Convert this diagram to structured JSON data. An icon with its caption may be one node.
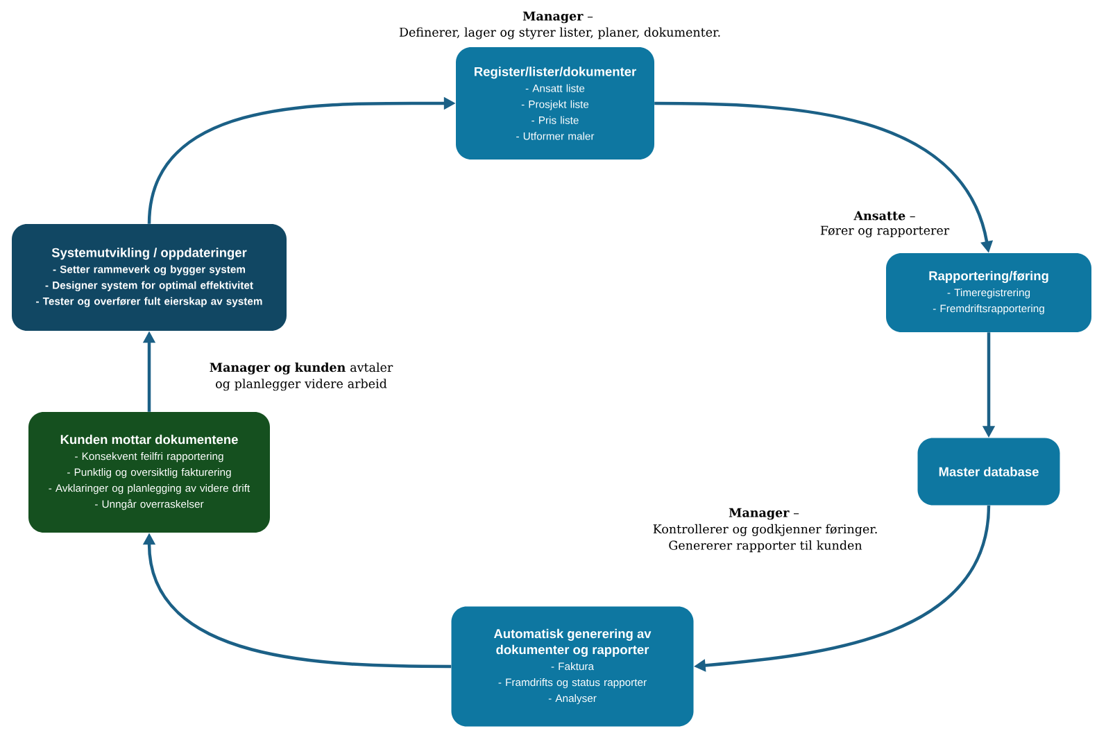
{
  "diagram": {
    "nodes": [
      {
        "text": [
          "Register/lister/dokumenter",
          "- Ansatt liste",
          "- Prosjekt liste",
          "- Pris liste",
          "- Utformer maler"
        ],
        "beside": [
          "**Manager** –",
          "Definerer, lager og styrer lister, planer, dokumenter."
        ]
      },
      {
        "text": [
          "Rapportering/føring",
          "- Timeregistrering",
          "- Fremdriftsrapportering"
        ]
      },
      {
        "text": [
          "Master database"
        ]
      },
      {
        "text": [
          "Automatisk generering av dokumenter og rapporter",
          "- Faktura",
          "- Framdrifts og status rapporter",
          "- Analyser"
        ]
      },
      {
        "text": [
          "Kunden mottar dokumentene",
          "- Konsekvent feilfri rapportering",
          "- Punktlig og oversiktlig fakturering",
          "- Avklaringer og planlegging av videre drift",
          "- Unngår overraskelser"
        ]
      },
      {
        "text": [
          "Systemutvikling / oppdateringer",
          "- Setter rammeverk og bygger system",
          "- Designer system for optimal effektivitet",
          "- Tester og overfører fult eierskap av system"
        ]
      }
    ],
    "edges": [
      {
        "from": 0,
        "to": 1,
        "arrow": "to"
      },
      {
        "from": 1,
        "to": 2,
        "arrow": "to"
      },
      {
        "from": 2,
        "to": 3,
        "arrow": "to"
      },
      {
        "from": 3,
        "to": 4,
        "arrow": "to"
      },
      {
        "from": 4,
        "to": 5,
        "arrow": "to"
      },
      {
        "from": 5,
        "to": 0,
        "arrow": "to"
      }
    ],
    "labels": [
      "**Ansatte** –",
      "Fører og rapporterer",
      "**Manager og kunden** avtaler og planlegger videre arbeid",
      "**Manager** –",
      "Kontrollerer og godkjenner føringer. Genererer rapporter til kunden"
    ]
  }
}
